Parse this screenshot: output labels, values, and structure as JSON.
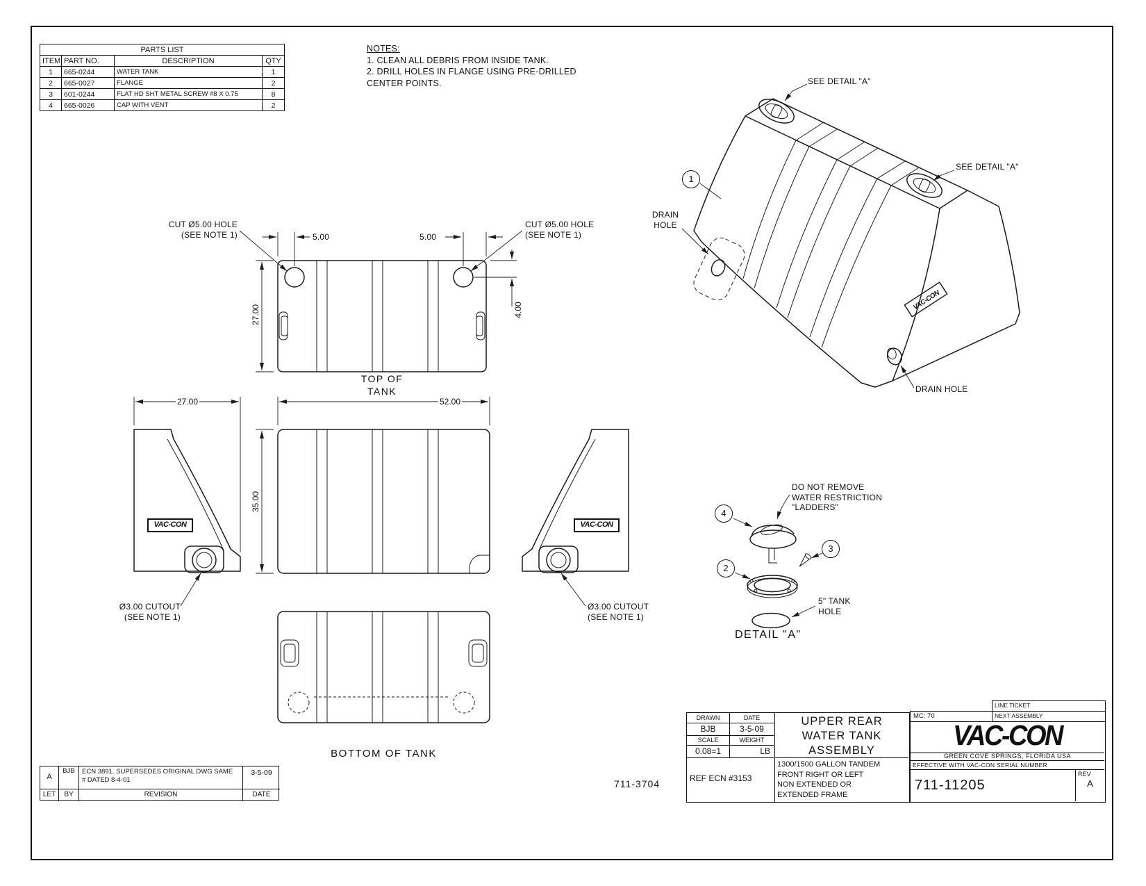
{
  "sheet": {
    "drawing_number_center": "711-3704"
  },
  "parts_list": {
    "title": "PARTS LIST",
    "headers": [
      "ITEM",
      "PART NO.",
      "DESCRIPTION",
      "QTY"
    ],
    "rows": [
      [
        "1",
        "665-0244",
        "WATER TANK",
        "1"
      ],
      [
        "2",
        "665-0027",
        "FLANGE",
        "2"
      ],
      [
        "3",
        "601-0244",
        "FLAT HD SHT METAL SCREW #8 X 0.75",
        "8"
      ],
      [
        "4",
        "665-0026",
        "CAP WITH VENT",
        "2"
      ]
    ]
  },
  "notes": {
    "title": "NOTES:",
    "line1": "1. CLEAN ALL DEBRIS FROM INSIDE TANK.",
    "line2": "2. DRILL HOLES IN FLANGE USING PRE-DRILLED",
    "line3": "CENTER POINTS."
  },
  "iso_view": {
    "balloon_1": "1",
    "see_detail_a_top": "SEE DETAIL \"A\"",
    "see_detail_a_right": "SEE DETAIL \"A\"",
    "drain_hole_upper_line1": "DRAIN",
    "drain_hole_upper_line2": "HOLE",
    "drain_hole_lower": "DRAIN HOLE",
    "logo": "VAC-CON"
  },
  "top_view": {
    "cut_hole_left_line1": "CUT Ø5.00 HOLE",
    "cut_hole_left_line2": "(SEE NOTE 1)",
    "cut_hole_right_line1": "CUT Ø5.00 HOLE",
    "cut_hole_right_line2": "(SEE NOTE 1)",
    "dim_5_left": "5.00",
    "dim_5_right": "5.00",
    "dim_27": "27.00",
    "dim_4": "4.00",
    "caption_line1": "TOP OF",
    "caption_line2": "TANK"
  },
  "front_view": {
    "dim_52": "52.00",
    "dim_35": "35.00"
  },
  "side_left": {
    "dim_27": "27.00",
    "logo": "VAC-CON",
    "cutout_line1": "Ø3.00 CUTOUT",
    "cutout_line2": "(SEE NOTE 1)"
  },
  "side_right": {
    "logo": "VAC-CON",
    "cutout_line1": "Ø3.00 CUTOUT",
    "cutout_line2": "(SEE NOTE 1)"
  },
  "bottom_view": {
    "caption": "BOTTOM OF TANK"
  },
  "detail_a": {
    "balloon_2": "2",
    "balloon_3": "3",
    "balloon_4": "4",
    "warning_line1": "DO NOT REMOVE",
    "warning_line2": "WATER RESTRICTION",
    "warning_line3": "\"LADDERS\"",
    "hole_line1": "5\" TANK",
    "hole_line2": "HOLE",
    "caption": "DETAIL \"A\""
  },
  "revision_block": {
    "entry": {
      "let": "A",
      "by": "BJB",
      "revision_line1": "ECN 3891.  SUPERSEDES ORIGINAL DWG SAME",
      "revision_line2": "# DATED 8-4-01",
      "date": "3-5-09"
    },
    "headers": [
      "LET",
      "BY",
      "REVISION",
      "DATE"
    ]
  },
  "title_block": {
    "drawn_label": "DRAWN",
    "drawn_value": "BJB",
    "date_label": "DATE",
    "date_value": "3-5-09",
    "scale_label": "SCALE",
    "scale_value": "0.08=1",
    "weight_label": "WEIGHT",
    "weight_value": "LB",
    "ref_ecn": "REF ECN #3153",
    "title_line1": "UPPER REAR",
    "title_line2": "WATER TANK",
    "title_line3": "ASSEMBLY",
    "subtitle_line1": "1300/1500 GALLON TANDEM",
    "subtitle_line2": "FRONT RIGHT OR LEFT",
    "subtitle_line3": "NON EXTENDED OR",
    "subtitle_line4": "EXTENDED FRAME",
    "mc": "MC: 70",
    "line_ticket": "LINE TICKET",
    "next_assembly": "NEXT ASSEMBLY",
    "logo": "VAC-CON",
    "location": "GREEN COVE SPRINGS, FLORIDA USA",
    "effective": "EFFECTIVE WITH VAC-CON SERIAL NUMBER",
    "drawing_number": "711-11205",
    "rev_label": "REV",
    "rev_value": "A"
  }
}
